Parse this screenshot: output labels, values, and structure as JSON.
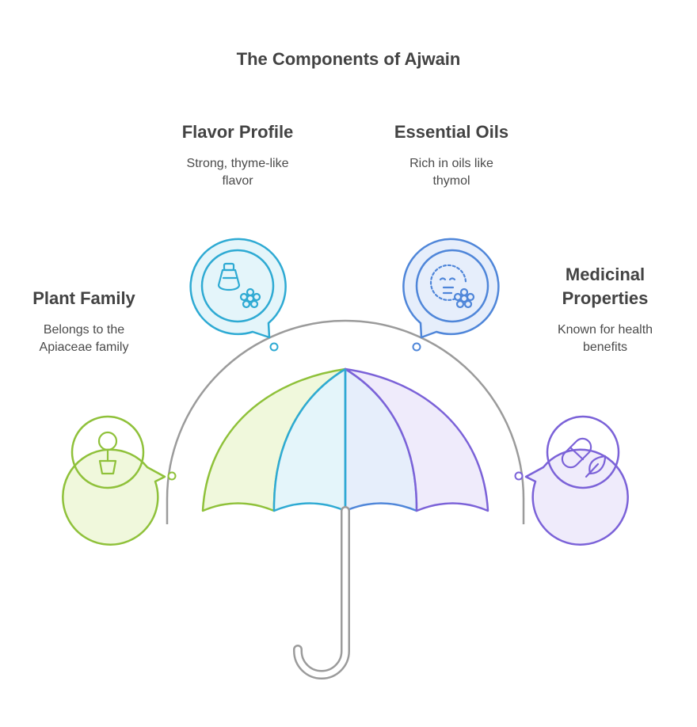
{
  "title": "The Components of Ajwain",
  "components": [
    {
      "heading": "Plant Family",
      "desc_line1": "Belongs to the",
      "desc_line2": "Apiaceae family",
      "icon": "potted-plant-icon",
      "color": "#8fc13a",
      "fill": "#f0f8dc"
    },
    {
      "heading": "Flavor Profile",
      "desc_line1": "Strong, thyme-like",
      "desc_line2": "flavor",
      "icon": "spice-flower-icon",
      "color": "#2eaad3",
      "fill": "#e4f5fa"
    },
    {
      "heading": "Essential Oils",
      "desc_line1": "Rich in oils like",
      "desc_line2": "thymol",
      "icon": "aroma-flower-icon",
      "color": "#4f86d9",
      "fill": "#e6eefb"
    },
    {
      "heading_line1": "Medicinal",
      "heading_line2": "Properties",
      "desc_line1": "Known for health",
      "desc_line2": "benefits",
      "icon": "capsule-leaf-icon",
      "color": "#7b62d8",
      "fill": "#efebfb"
    }
  ]
}
